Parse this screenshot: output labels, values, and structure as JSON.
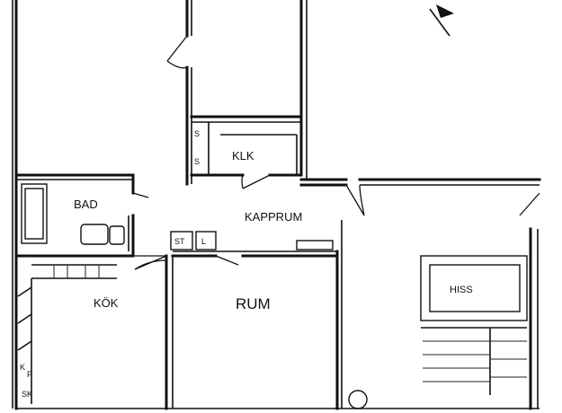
{
  "rooms": {
    "klk": "KLK",
    "bad": "BAD",
    "kapprum": "KAPPRUM",
    "kok": "KÖK",
    "rum": "RUM",
    "hiss": "HISS"
  },
  "small_marks": {
    "st": "ST",
    "l": "L",
    "s1": "S",
    "s2": "S",
    "k": "K",
    "f": "F",
    "sk": "SK"
  },
  "icons": [
    "north-arrow-icon"
  ]
}
